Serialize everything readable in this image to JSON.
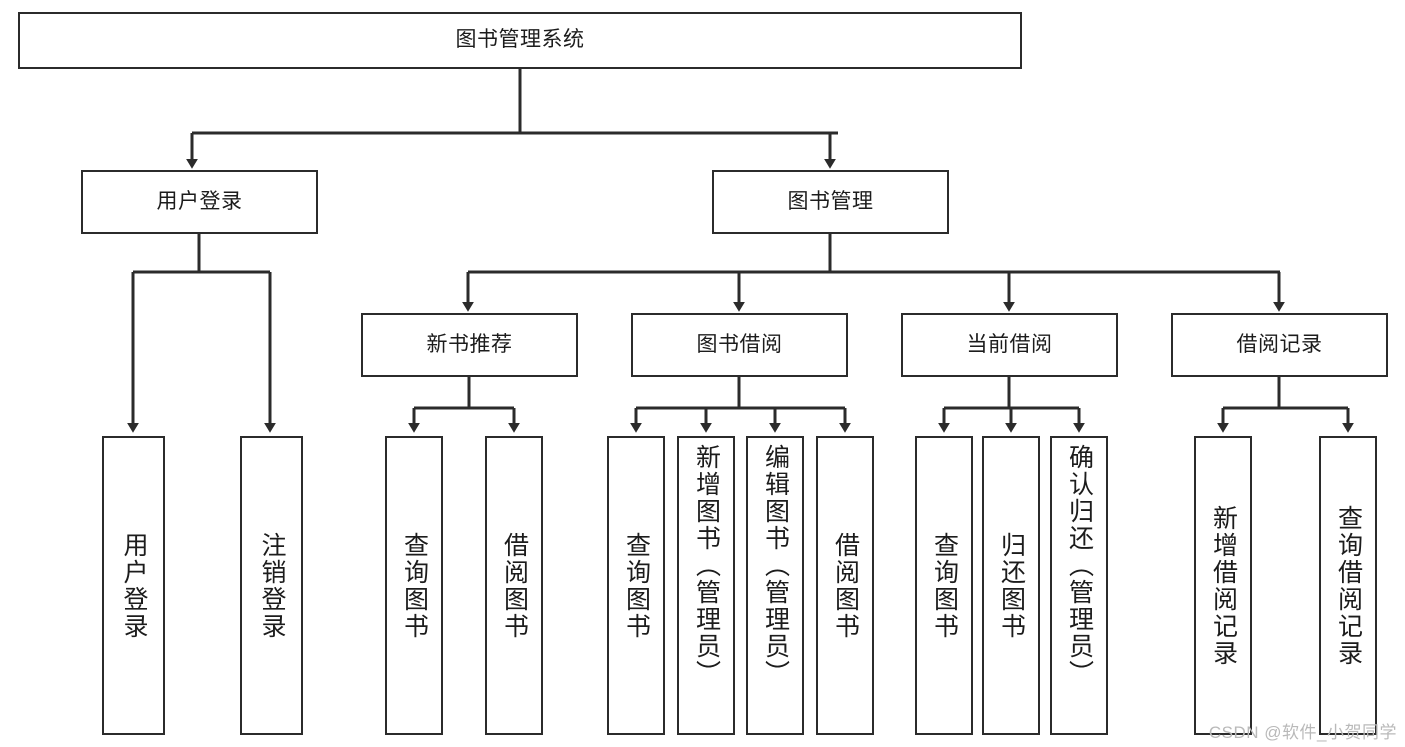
{
  "diagram": {
    "title": "图书管理系统",
    "type": "tree-hierarchy",
    "colors": {
      "box_border": "#2b2b2b",
      "box_fill": "#ffffff",
      "connector": "#2b2b2b",
      "text": "#1c1c1c",
      "watermark": "#b9b9b9",
      "background": "#ffffff"
    },
    "root": {
      "label": "图书管理系统"
    },
    "level2": [
      {
        "label": "用户登录"
      },
      {
        "label": "图书管理"
      }
    ],
    "level3": [
      {
        "label": "新书推荐"
      },
      {
        "label": "图书借阅"
      },
      {
        "label": "当前借阅"
      },
      {
        "label": "借阅记录"
      }
    ],
    "leaves": {
      "user_login": [
        {
          "label": "用户登录"
        },
        {
          "label": "注销登录"
        }
      ],
      "new_book_recommend": [
        {
          "label": "查询图书"
        },
        {
          "label": "借阅图书"
        }
      ],
      "book_borrow": [
        {
          "label": "查询图书"
        },
        {
          "label": "新增图书（管理员）"
        },
        {
          "label": "编辑图书（管理员）"
        },
        {
          "label": "借阅图书"
        }
      ],
      "current_borrow": [
        {
          "label": "查询图书"
        },
        {
          "label": "归还图书"
        },
        {
          "label": "确认归还（管理员）"
        }
      ],
      "borrow_record": [
        {
          "label": "新增借阅记录"
        },
        {
          "label": "查询借阅记录"
        }
      ]
    },
    "watermark": "CSDN @软件_小贺同学"
  }
}
